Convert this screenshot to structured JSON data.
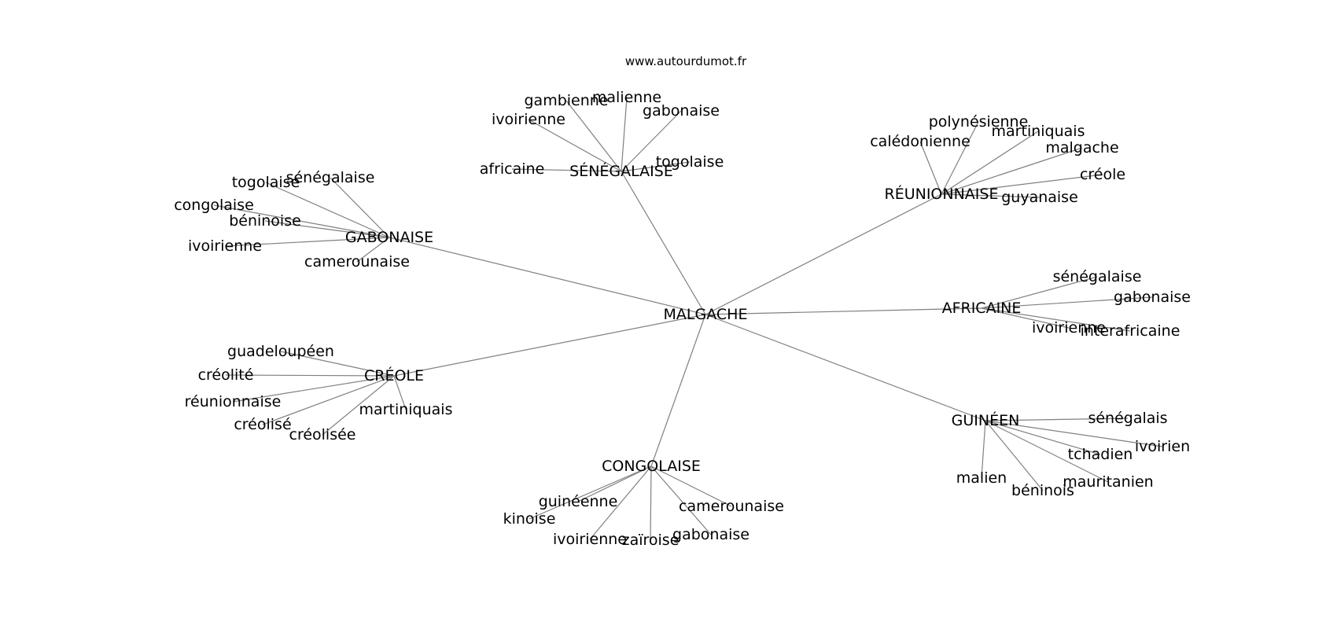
{
  "header": {
    "url": "www.autourdumot.fr"
  },
  "graph": {
    "center": "MALGACHE",
    "clusters": [
      {
        "hub": "SÉNÉGALAISE",
        "leaves": [
          "gambienne",
          "malienne",
          "gabonaise",
          "ivoirienne",
          "africaine",
          "togolaise"
        ]
      },
      {
        "hub": "RÉUNIONNAISE",
        "leaves": [
          "polynésienne",
          "calédonienne",
          "martiniquais",
          "malgache",
          "créole",
          "guyanaise"
        ]
      },
      {
        "hub": "GABONAISE",
        "leaves": [
          "togolaise",
          "sénégalaise",
          "congolaise",
          "béninoise",
          "ivoirienne",
          "camerounaise"
        ]
      },
      {
        "hub": "AFRICAINE",
        "leaves": [
          "sénégalaise",
          "gabonaise",
          "ivoirienne",
          "interafricaine"
        ]
      },
      {
        "hub": "CRÉOLE",
        "leaves": [
          "guadeloupéen",
          "créolité",
          "réunionnaise",
          "créolisé",
          "créolisée",
          "martiniquais"
        ]
      },
      {
        "hub": "GUINÉEN",
        "leaves": [
          "sénégalais",
          "ivoirien",
          "tchadien",
          "malien",
          "béninois",
          "mauritanien"
        ]
      },
      {
        "hub": "CONGOLAISE",
        "leaves": [
          "guinéenne",
          "kinoise",
          "ivoirienne",
          "zaïroise",
          "gabonaise",
          "camerounaise"
        ]
      }
    ]
  },
  "colors": {
    "edge": "#808080",
    "text": "#000000",
    "background": "#ffffff"
  }
}
